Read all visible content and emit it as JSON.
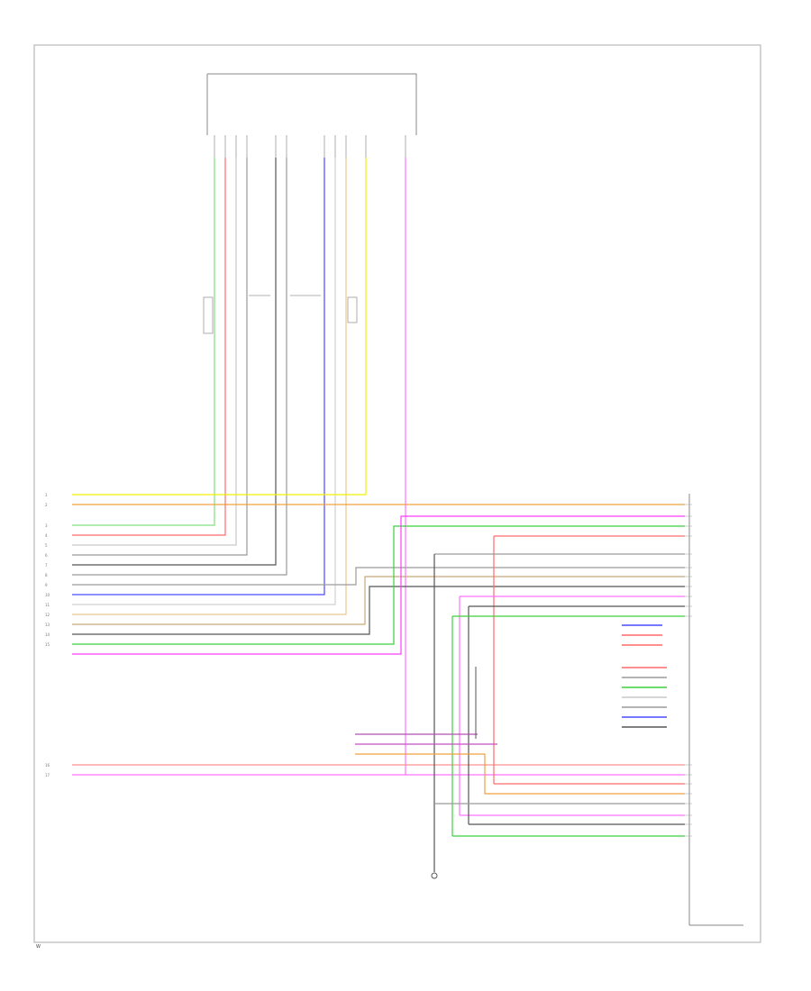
{
  "footer": {
    "page_ref": "W",
    "part_no": ""
  },
  "components": {
    "top_unit": {
      "label": ""
    },
    "display_unit": {
      "label": ""
    },
    "ground": {
      "label": ""
    }
  },
  "left_terminals": [
    {
      "num": "1",
      "color": "#f0f000"
    },
    {
      "num": "2",
      "color": "#f0a040"
    },
    {
      "num": "3",
      "color": "#7fe07f"
    },
    {
      "num": "4",
      "color": "#ff6a6a"
    },
    {
      "num": "5",
      "color": "#bdbdbd"
    },
    {
      "num": "6",
      "color": "#9a9a9a"
    },
    {
      "num": "7",
      "color": "#bdbdbd"
    },
    {
      "num": "8",
      "color": "#9a9a9a"
    },
    {
      "num": "9",
      "color": "#4a4aff"
    },
    {
      "num": "10",
      "color": "#e8c88a"
    },
    {
      "num": "11",
      "color": "#c8a878"
    },
    {
      "num": "12",
      "color": "#e8c070"
    },
    {
      "num": "13",
      "color": "#555555"
    },
    {
      "num": "14",
      "color": "#3cd03c"
    },
    {
      "num": "15",
      "color": "#ff3cff"
    }
  ],
  "lower_left_terminals": [
    {
      "num": "16",
      "color": "#ff9090"
    },
    {
      "num": "17",
      "color": "#ff70ff"
    }
  ],
  "wire_colors": {
    "yellow": "#f0f000",
    "orange": "#f0a040",
    "green": "#3cd03c",
    "lightgreen": "#7fe07f",
    "red": "#ff6a6a",
    "pink": "#ff9090",
    "magenta": "#ff3cff",
    "blue": "#4a4aff",
    "gray": "#9a9a9a",
    "lightgray": "#c8c8c8",
    "black": "#444444",
    "tan": "#e8c88a"
  }
}
